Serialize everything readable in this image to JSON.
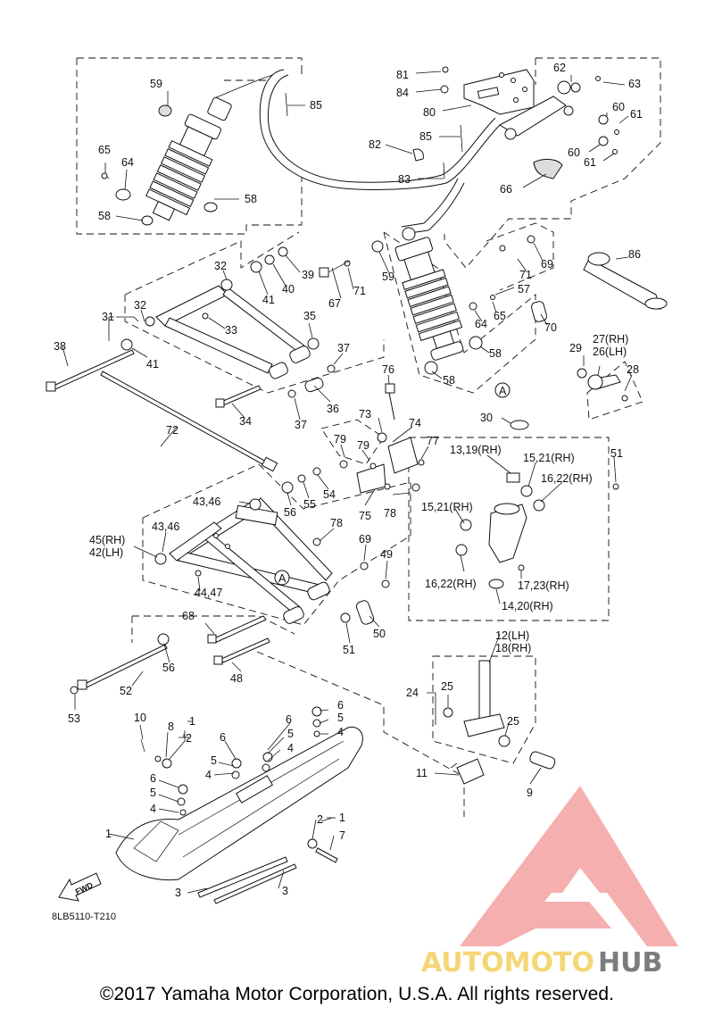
{
  "diagram": {
    "code": "8LB5110-T210",
    "fwd_label": "FWD",
    "callouts": [
      {
        "id": "c59a",
        "text": "59"
      },
      {
        "id": "c85a",
        "text": "85"
      },
      {
        "id": "c65a",
        "text": "65"
      },
      {
        "id": "c64a",
        "text": "64"
      },
      {
        "id": "c58a",
        "text": "58"
      },
      {
        "id": "c58b",
        "text": "58"
      },
      {
        "id": "c81",
        "text": "81"
      },
      {
        "id": "c84",
        "text": "84"
      },
      {
        "id": "c80",
        "text": "80"
      },
      {
        "id": "c62",
        "text": "62"
      },
      {
        "id": "c63",
        "text": "63"
      },
      {
        "id": "c60a",
        "text": "60"
      },
      {
        "id": "c61a",
        "text": "61"
      },
      {
        "id": "c60b",
        "text": "60"
      },
      {
        "id": "c61b",
        "text": "61"
      },
      {
        "id": "c82",
        "text": "82"
      },
      {
        "id": "c85b",
        "text": "85"
      },
      {
        "id": "c83",
        "text": "83"
      },
      {
        "id": "c66",
        "text": "66"
      },
      {
        "id": "c32a",
        "text": "32"
      },
      {
        "id": "c41a",
        "text": "41"
      },
      {
        "id": "c40",
        "text": "40"
      },
      {
        "id": "c39",
        "text": "39"
      },
      {
        "id": "c31",
        "text": "31"
      },
      {
        "id": "c32b",
        "text": "32"
      },
      {
        "id": "c33",
        "text": "33"
      },
      {
        "id": "c35",
        "text": "35"
      },
      {
        "id": "c38",
        "text": "38"
      },
      {
        "id": "c41b",
        "text": "41"
      },
      {
        "id": "c37a",
        "text": "37"
      },
      {
        "id": "c37b",
        "text": "37"
      },
      {
        "id": "c36",
        "text": "36"
      },
      {
        "id": "c34",
        "text": "34"
      },
      {
        "id": "c67",
        "text": "67"
      },
      {
        "id": "c71a",
        "text": "71"
      },
      {
        "id": "c59b",
        "text": "59"
      },
      {
        "id": "c71b",
        "text": "71"
      },
      {
        "id": "c69a",
        "text": "69"
      },
      {
        "id": "c57",
        "text": "57"
      },
      {
        "id": "c64b",
        "text": "64"
      },
      {
        "id": "c65b",
        "text": "65"
      },
      {
        "id": "c70",
        "text": "70"
      },
      {
        "id": "c58c",
        "text": "58"
      },
      {
        "id": "c58d",
        "text": "58"
      },
      {
        "id": "c86",
        "text": "86"
      },
      {
        "id": "c29",
        "text": "29"
      },
      {
        "id": "c27",
        "text": "27(RH)"
      },
      {
        "id": "c26",
        "text": "26(LH)"
      },
      {
        "id": "c28",
        "text": "28"
      },
      {
        "id": "c76",
        "text": "76"
      },
      {
        "id": "c72",
        "text": "72"
      },
      {
        "id": "c73",
        "text": "73"
      },
      {
        "id": "c74",
        "text": "74"
      },
      {
        "id": "c30",
        "text": "30"
      },
      {
        "id": "c79a",
        "text": "79"
      },
      {
        "id": "c79b",
        "text": "79"
      },
      {
        "id": "c77",
        "text": "77"
      },
      {
        "id": "c1319",
        "text": "13,19(RH)"
      },
      {
        "id": "c1521a",
        "text": "15,21(RH)"
      },
      {
        "id": "c51a",
        "text": "51"
      },
      {
        "id": "c1622a",
        "text": "16,22(RH)"
      },
      {
        "id": "c4346a",
        "text": "43,46"
      },
      {
        "id": "c56a",
        "text": "56"
      },
      {
        "id": "c55",
        "text": "55"
      },
      {
        "id": "c54",
        "text": "54"
      },
      {
        "id": "c75",
        "text": "75"
      },
      {
        "id": "c78a",
        "text": "78"
      },
      {
        "id": "c1521b",
        "text": "15,21(RH)"
      },
      {
        "id": "c4346b",
        "text": "43,46"
      },
      {
        "id": "c78b",
        "text": "78"
      },
      {
        "id": "c4542",
        "text": "45(RH)"
      },
      {
        "id": "c42",
        "text": "42(LH)"
      },
      {
        "id": "c69b",
        "text": "69"
      },
      {
        "id": "c49",
        "text": "49"
      },
      {
        "id": "c1622b",
        "text": "16,22(RH)"
      },
      {
        "id": "c1723",
        "text": "17,23(RH)"
      },
      {
        "id": "c4447",
        "text": "44,47"
      },
      {
        "id": "c1420",
        "text": "14,20(RH)"
      },
      {
        "id": "c68",
        "text": "68"
      },
      {
        "id": "c51b",
        "text": "51"
      },
      {
        "id": "c50",
        "text": "50"
      },
      {
        "id": "c12",
        "text": "12(LH)"
      },
      {
        "id": "c18",
        "text": "18(RH)"
      },
      {
        "id": "c56b",
        "text": "56"
      },
      {
        "id": "c48",
        "text": "48"
      },
      {
        "id": "c52",
        "text": "52"
      },
      {
        "id": "c53",
        "text": "53"
      },
      {
        "id": "c24",
        "text": "24"
      },
      {
        "id": "c25a",
        "text": "25"
      },
      {
        "id": "c25b",
        "text": "25"
      },
      {
        "id": "c10",
        "text": "10"
      },
      {
        "id": "c8",
        "text": "8"
      },
      {
        "id": "c1a",
        "text": "1"
      },
      {
        "id": "c2a",
        "text": "2"
      },
      {
        "id": "c6a",
        "text": "6"
      },
      {
        "id": "c5a",
        "text": "5"
      },
      {
        "id": "c4a",
        "text": "4"
      },
      {
        "id": "c6b",
        "text": "6"
      },
      {
        "id": "c5b",
        "text": "5"
      },
      {
        "id": "c4b",
        "text": "4"
      },
      {
        "id": "c6c",
        "text": "6"
      },
      {
        "id": "c5c",
        "text": "5"
      },
      {
        "id": "c4c",
        "text": "4"
      },
      {
        "id": "c6d",
        "text": "6"
      },
      {
        "id": "c5d",
        "text": "5"
      },
      {
        "id": "c4d",
        "text": "4"
      },
      {
        "id": "c11",
        "text": "11"
      },
      {
        "id": "c9",
        "text": "9"
      },
      {
        "id": "c1b",
        "text": "1"
      },
      {
        "id": "c2b",
        "text": "2"
      },
      {
        "id": "c1c",
        "text": "1"
      },
      {
        "id": "c7",
        "text": "7"
      },
      {
        "id": "c3a",
        "text": "3"
      },
      {
        "id": "c3b",
        "text": "3"
      },
      {
        "id": "cAa",
        "text": "A"
      },
      {
        "id": "cAb",
        "text": "A"
      }
    ]
  },
  "watermark": {
    "text_part1": "AUTOMOTO",
    "text_part2": "HUB",
    "color_primary": "#f4a7a7",
    "color_secondary": "#f2c94c",
    "color_dark": "#555555"
  },
  "footer": {
    "copyright": "©2017 Yamaha Motor Corporation, U.S.A. All rights reserved."
  }
}
